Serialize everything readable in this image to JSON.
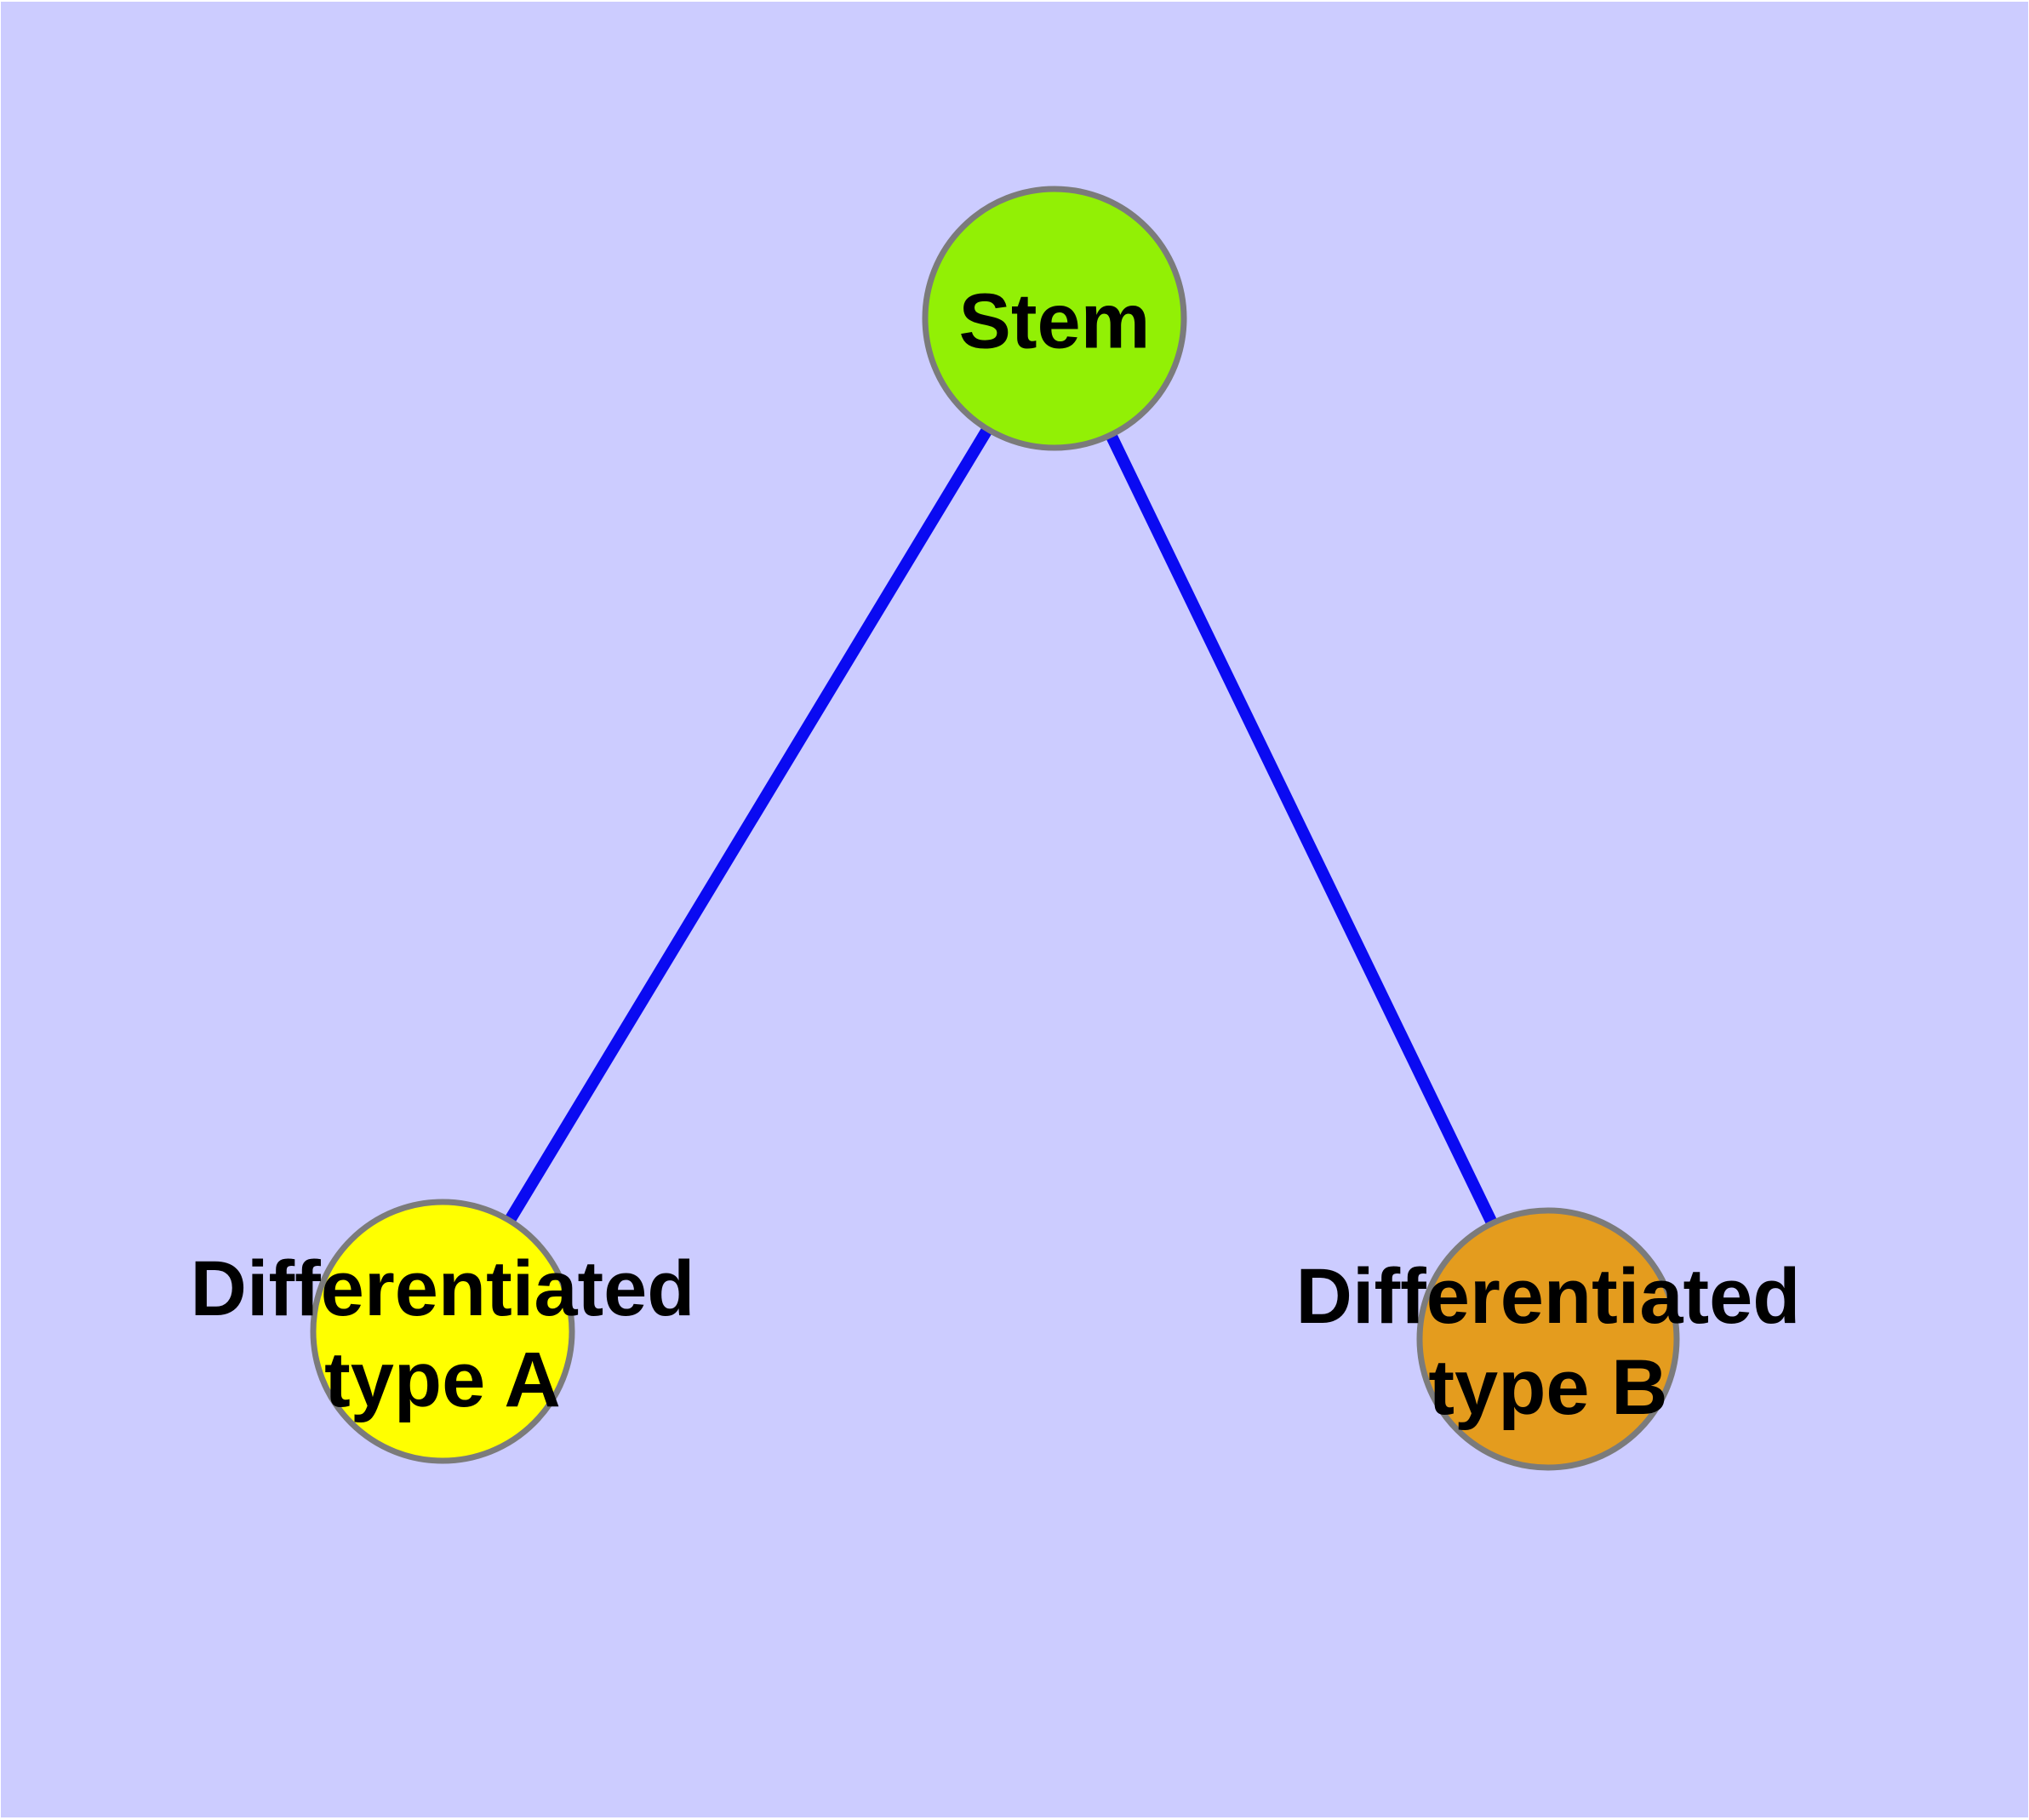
{
  "figure": {
    "background_color": "#CCCCFF",
    "frame_color": "#FFFFFF",
    "edge_color": "#0A0AF2",
    "node_border_color": "#7B7B7B",
    "label_color": "#000000"
  },
  "nodes": {
    "stem": {
      "label": "Stem",
      "fill_color": "#92F005"
    },
    "diff_a": {
      "label_line1": "Differentiated",
      "label_line2": "type A",
      "fill_color": "#FFFF00"
    },
    "diff_b": {
      "label_line1": "Differentiated",
      "label_line2": "type B",
      "fill_color": "#E49C1E"
    }
  },
  "edges": [
    {
      "from": "Stem",
      "to": "Differentiated type A"
    },
    {
      "from": "Stem",
      "to": "Differentiated type B"
    }
  ]
}
